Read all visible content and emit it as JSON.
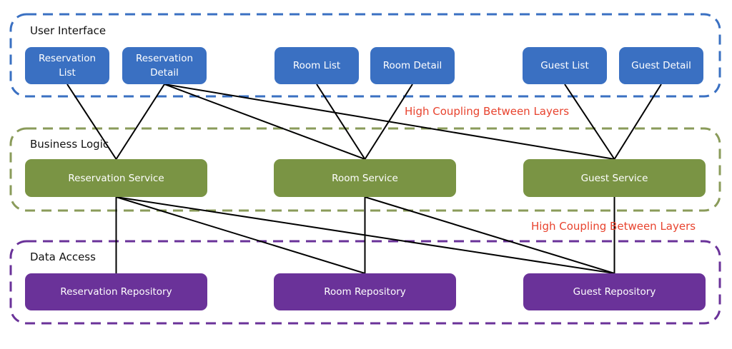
{
  "layers": [
    {
      "id": "ui",
      "label": "User Interface",
      "color": "#3a70c2"
    },
    {
      "id": "business",
      "label": "Business Logic",
      "color": "#8a9b5a"
    },
    {
      "id": "data",
      "label": "Data Access",
      "color": "#6a3299"
    }
  ],
  "ui_nodes": [
    {
      "id": "reservation-list",
      "label": "Reservation\nList"
    },
    {
      "id": "reservation-detail",
      "label": "Reservation\nDetail"
    },
    {
      "id": "room-list",
      "label": "Room List"
    },
    {
      "id": "room-detail",
      "label": "Room Detail"
    },
    {
      "id": "guest-list",
      "label": "Guest List"
    },
    {
      "id": "guest-detail",
      "label": "Guest Detail"
    }
  ],
  "service_nodes": [
    {
      "id": "reservation-service",
      "label": "Reservation Service"
    },
    {
      "id": "room-service",
      "label": "Room Service"
    },
    {
      "id": "guest-service",
      "label": "Guest Service"
    }
  ],
  "repository_nodes": [
    {
      "id": "reservation-repository",
      "label": "Reservation Repository"
    },
    {
      "id": "room-repository",
      "label": "Room Repository"
    },
    {
      "id": "guest-repository",
      "label": "Guest Repository"
    }
  ],
  "annotations": {
    "coupling_upper": "High Coupling Between Layers",
    "coupling_lower": "High Coupling Between Layers",
    "color": "#e8432e"
  },
  "edges": [
    [
      "reservation-list",
      "reservation-service"
    ],
    [
      "reservation-detail",
      "reservation-service"
    ],
    [
      "reservation-detail",
      "room-service"
    ],
    [
      "reservation-detail",
      "guest-service"
    ],
    [
      "room-list",
      "room-service"
    ],
    [
      "room-detail",
      "room-service"
    ],
    [
      "guest-list",
      "guest-service"
    ],
    [
      "guest-detail",
      "guest-service"
    ],
    [
      "reservation-service",
      "reservation-repository"
    ],
    [
      "reservation-service",
      "room-repository"
    ],
    [
      "reservation-service",
      "guest-repository"
    ],
    [
      "room-service",
      "room-repository"
    ],
    [
      "room-service",
      "guest-repository"
    ],
    [
      "guest-service",
      "guest-repository"
    ]
  ]
}
